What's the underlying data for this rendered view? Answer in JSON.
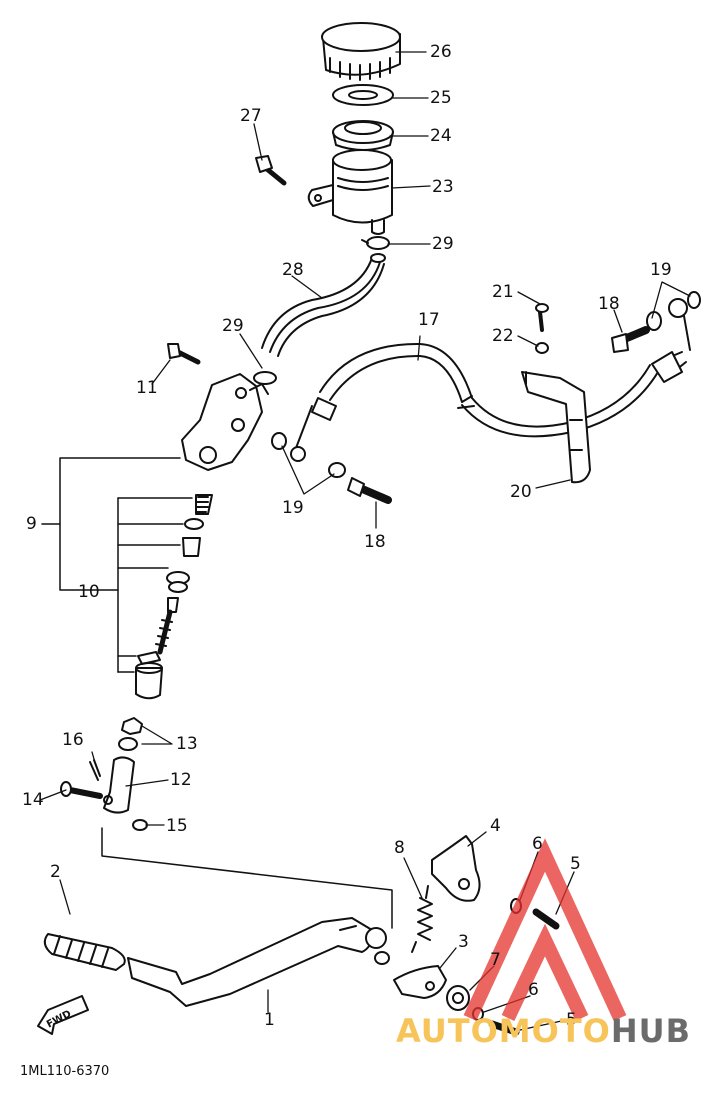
{
  "diagram": {
    "code": "1ML110-6370",
    "fwd_label": "FWD",
    "watermark": {
      "part1": "AUTO",
      "part2": "MOTO",
      "part3": "HUB",
      "color_primary": "#f7c45a",
      "color_secondary": "#6b6b6b",
      "triangle_color": "#e5322d"
    },
    "labels": {
      "l1": "1",
      "l2": "2",
      "l3": "3",
      "l4": "4",
      "l5a": "5",
      "l5b": "5",
      "l6a": "6",
      "l6b": "6",
      "l7": "7",
      "l8": "8",
      "l9": "9",
      "l10": "10",
      "l11": "11",
      "l12": "12",
      "l13": "13",
      "l14": "14",
      "l15": "15",
      "l16": "16",
      "l17": "17",
      "l18a": "18",
      "l18b": "18",
      "l19a": "19",
      "l19b": "19",
      "l20": "20",
      "l21": "21",
      "l22": "22",
      "l23": "23",
      "l24": "24",
      "l25": "25",
      "l26": "26",
      "l27": "27",
      "l28": "28",
      "l29a": "29",
      "l29b": "29"
    }
  }
}
